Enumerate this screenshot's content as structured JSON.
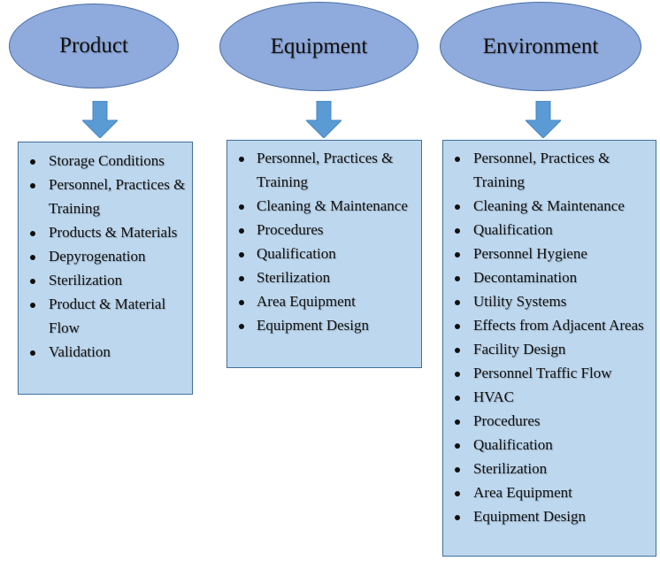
{
  "diagram": {
    "colors": {
      "ellipse_fill": "#8faadc",
      "ellipse_border": "#4a6fa5",
      "arrow_fill": "#5b9bd5",
      "box_fill": "#bdd7ee",
      "box_border": "#41719c"
    },
    "columns": [
      {
        "title": "Product",
        "items": [
          "Storage Conditions",
          "Personnel, Practices & Training",
          "Products & Materials",
          "Depyrogenation",
          "Sterilization",
          "Product & Material Flow",
          "Validation"
        ]
      },
      {
        "title": "Equipment",
        "items": [
          "Personnel, Practices & Training",
          "Cleaning & Maintenance",
          "Procedures",
          "Qualification",
          "Sterilization",
          "Area Equipment",
          "Equipment Design"
        ]
      },
      {
        "title": "Environment",
        "items": [
          "Personnel, Practices & Training",
          "Cleaning & Maintenance",
          "Qualification",
          "Personnel Hygiene",
          "Decontamination",
          "Utility Systems",
          "Effects from Adjacent Areas",
          "Facility Design",
          "Personnel Traffic Flow",
          "HVAC",
          "Procedures",
          "Qualification",
          "Sterilization",
          "Area Equipment",
          "Equipment Design"
        ]
      }
    ]
  }
}
